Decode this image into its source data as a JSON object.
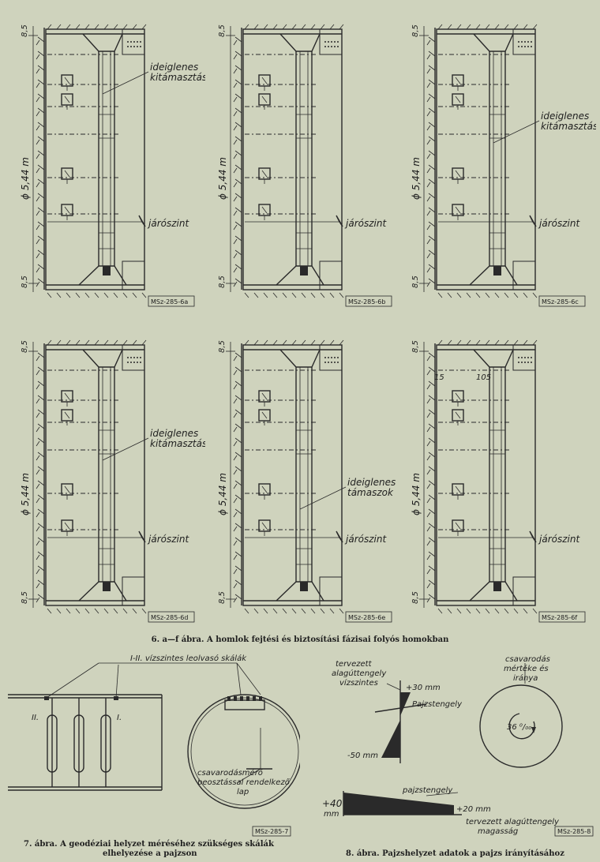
{
  "fig6": {
    "caption": "6. a—f ábra. A homlok fejtési és biztosítási fázisai folyós homokban",
    "panels": [
      {
        "tag": "MSz-285-6a",
        "dim_top": "8,5",
        "dim_bottom": "8,5",
        "diameter": "ϕ 5,44 m",
        "label1": "ideiglenes",
        "label2": "kitámasztás",
        "floor": "járószint"
      },
      {
        "tag": "MSz-285-6b",
        "dim_top": "8,5",
        "dim_bottom": "8,5",
        "diameter": "ϕ 5,44 m",
        "label1": "",
        "label2": "",
        "floor": "járószint"
      },
      {
        "tag": "MSz-285-6c",
        "dim_top": "8,5",
        "dim_bottom": "8,5",
        "diameter": "ϕ 5,44 m",
        "label1": "ideiglenes",
        "label2": "kitámasztás",
        "floor": "járószint"
      },
      {
        "tag": "MSz-285-6d",
        "dim_top": "8,5",
        "dim_bottom": "8,5",
        "diameter": "ϕ 5,44 m",
        "label1": "ideiglenes",
        "label2": "kitámasztás",
        "floor": "járószint"
      },
      {
        "tag": "MSz-285-6e",
        "dim_top": "8,5",
        "dim_bottom": "8,5",
        "diameter": "ϕ 5,44 m",
        "label1": "ideiglenes",
        "label2": "támaszok",
        "floor": "járószint"
      },
      {
        "tag": "MSz-285-6f",
        "dim_top": "8,5",
        "dim_bottom": "8,5",
        "diameter": "ϕ 5,44 m",
        "label1": "",
        "label2": "",
        "floor": "járószint",
        "extra1": "15",
        "extra2": "105"
      }
    ]
  },
  "fig7": {
    "label_top": "I-II. vízszintes leolvasó skálák",
    "mark_left": "II.",
    "mark_right": "I.",
    "label_bottom1": "csavarodásmérő",
    "label_bottom2": "beosztással rendelkező",
    "label_bottom3": "lap",
    "tag": "MSz-285-7",
    "caption1": "7. ábra. A geodéziai helyzet méréséhez szükséges skálák",
    "caption2": "elhelyezése a pajzson"
  },
  "fig8": {
    "label_a1": "tervezett",
    "label_a2": "alagúttengely",
    "label_a3": "vízszintes",
    "plus30": "+30 mm",
    "axis_label": "Pajzstengely",
    "minus50": "-50 mm",
    "twist1": "csavarodás",
    "twist2": "mértéke és",
    "twist3": "iránya",
    "twist_value": "36 ⁰/₀₀",
    "axis_label2": "pajzstengely",
    "plus40": "+40",
    "mm": "mm",
    "plus20": "+20 mm",
    "label_b1": "tervezett alagúttengely",
    "label_b2": "magasság",
    "tag": "MSz-285-8",
    "caption": "8. ábra. Pajzshelyzet adatok a pajzs irányításához"
  }
}
